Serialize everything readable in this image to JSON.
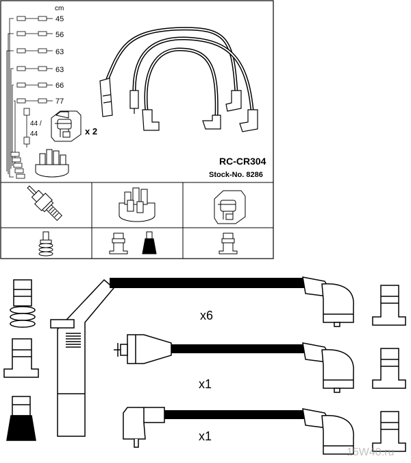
{
  "top_panel": {
    "unit_label": "cm",
    "lengths": [
      "45",
      "56",
      "63",
      "63",
      "66",
      "77"
    ],
    "coil_lengths": {
      "upper": "44 /",
      "lower": "44"
    },
    "coil_multiplier": "x 2",
    "part_number": "RC-CR304",
    "stock_number": "Stock-No. 8286"
  },
  "bottom_panel": {
    "quantities": [
      "x6",
      "x1",
      "x1"
    ],
    "watermark": "15W40.ru"
  },
  "colors": {
    "line": "#000000",
    "background": "#ffffff",
    "grid": "#000000"
  }
}
